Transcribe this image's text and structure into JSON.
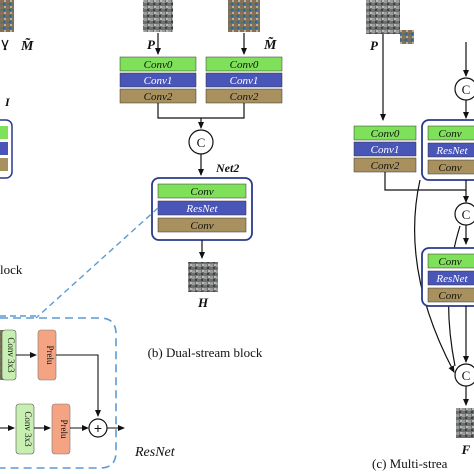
{
  "colors": {
    "conv_green": "#7fe05a",
    "resnet_blue": "#4a55b8",
    "conv_tan": "#a8915e",
    "cylinder_fill": "#ffffff",
    "prelu_orange": "#f4a482",
    "conv_light_green": "#c6efb1",
    "dashed_blue": "#5a9bd5",
    "dark_blue_border": "#2a3a8c"
  },
  "left_partial": {
    "label_m_tilde": "M̃",
    "label_i": "I",
    "label_block": "lock"
  },
  "dual_stream": {
    "input_p_label": "P",
    "input_m_label": "M̃",
    "stream_p": [
      "Conv0",
      "Conv1",
      "Conv2"
    ],
    "stream_m": [
      "Conv0",
      "Conv1",
      "Conv2"
    ],
    "concat_symbol": "C",
    "net_label": "Net2",
    "net_blocks": [
      "Conv",
      "ResNet",
      "Conv"
    ],
    "output_label": "H",
    "caption": "(b) Dual-stream block"
  },
  "resnet_detail": {
    "upper_conv": "Conv 3x3",
    "upper_prelu": "Prelu",
    "lower_conv": "Conv 3x3",
    "lower_prelu": "Prelu",
    "sum_symbol": "+",
    "label": "ResNet"
  },
  "multi_stream": {
    "input_p_label": "P",
    "left_stream": [
      "Conv0",
      "Conv1",
      "Conv2"
    ],
    "right_top_blocks": [
      "Conv",
      "ResNet",
      "Conv"
    ],
    "right_mid_blocks": [
      "Conv",
      "ResNet",
      "Conv"
    ],
    "concat_symbol": "C",
    "output_label": "F",
    "caption": "(c) Multi-strea"
  }
}
